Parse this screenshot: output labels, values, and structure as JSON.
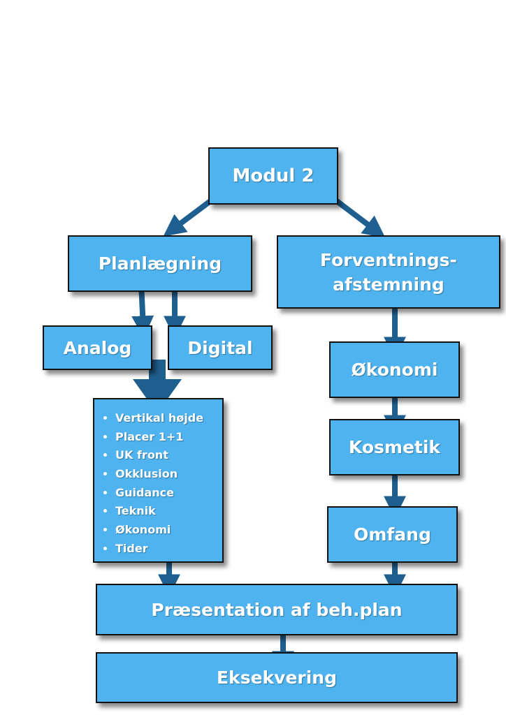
{
  "diagram": {
    "modul": "Modul 2",
    "planlaegning": "Planlægning",
    "forventning_line1": "Forventnings-",
    "forventning_line2": "afstemning",
    "analog": "Analog",
    "digital": "Digital",
    "checklist": [
      "Vertikal højde",
      "Placer 1+1",
      "UK front",
      "Okklusion",
      "Guidance",
      "Teknik",
      "Økonomi",
      "Tider"
    ],
    "oekonomi": "Økonomi",
    "kosmetik": "Kosmetik",
    "omfang": "Omfang",
    "praesentation": "Præsentation af beh.plan",
    "eksekvering": "Eksekvering"
  },
  "colors": {
    "box_fill": "#4fb3ef",
    "box_border": "#111111",
    "arrow": "#1f5f8f",
    "text": "#ffffff"
  }
}
